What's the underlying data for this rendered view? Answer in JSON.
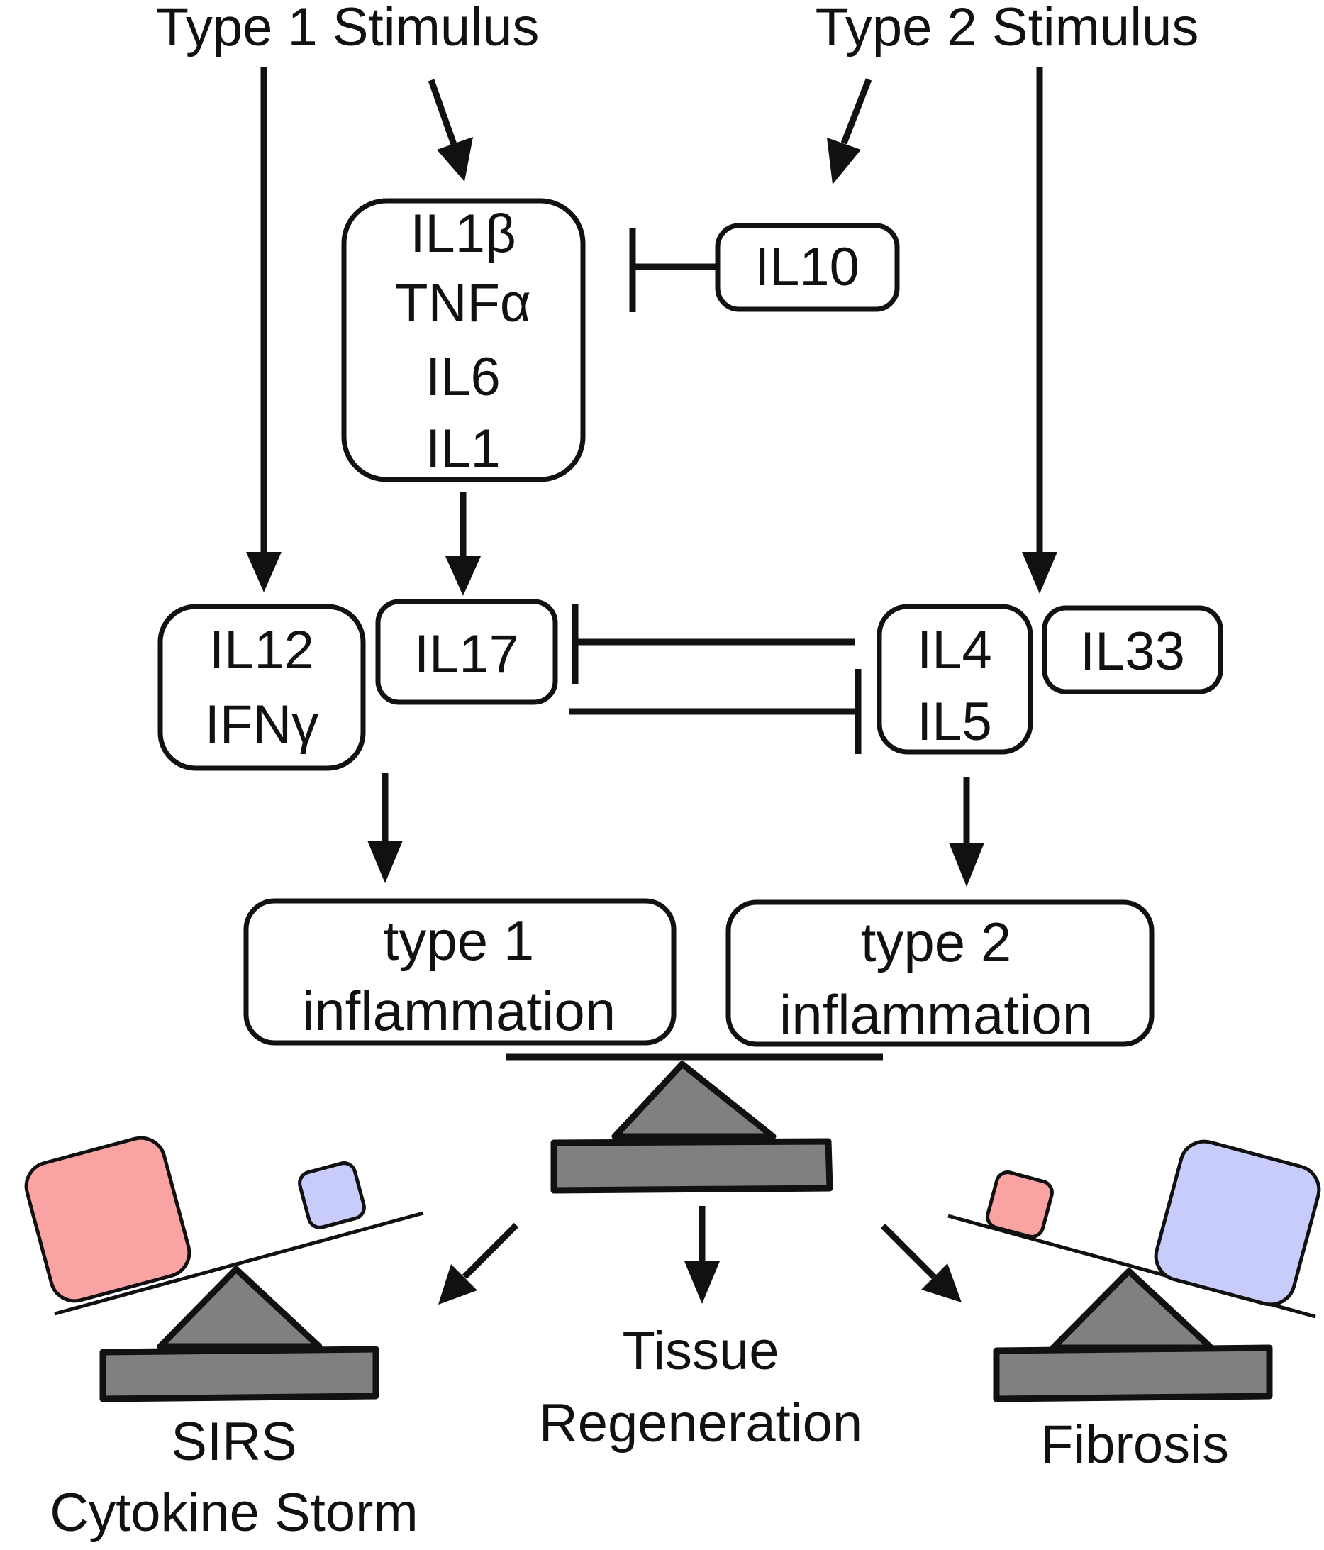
{
  "stimuli": {
    "type1": "Type 1 Stimulus",
    "type2": "Type 2 Stimulus"
  },
  "cytokines": {
    "il1b": "IL1β",
    "tnfa": "TNFα",
    "il6": "IL6",
    "il1": "IL1",
    "il10": "IL10",
    "il12": "IL12",
    "ifng": "IFNγ",
    "il17": "IL17",
    "il4": "IL4",
    "il5": "IL5",
    "il33": "IL33"
  },
  "inflammation": {
    "type1_line1": "type 1",
    "type1_line2": "inflammation",
    "type2_line1": "type 2",
    "type2_line2": "inflammation"
  },
  "outcomes": {
    "sirs_line1": "SIRS",
    "sirs_line2": "Cytokine Storm",
    "tissue_line1": "Tissue",
    "tissue_line2": "Regeneration",
    "fibrosis": "Fibrosis"
  },
  "colors": {
    "type1": "#f9a3a3",
    "type2": "#c8ccfb",
    "scale": "#808080",
    "ink": "#111111"
  }
}
